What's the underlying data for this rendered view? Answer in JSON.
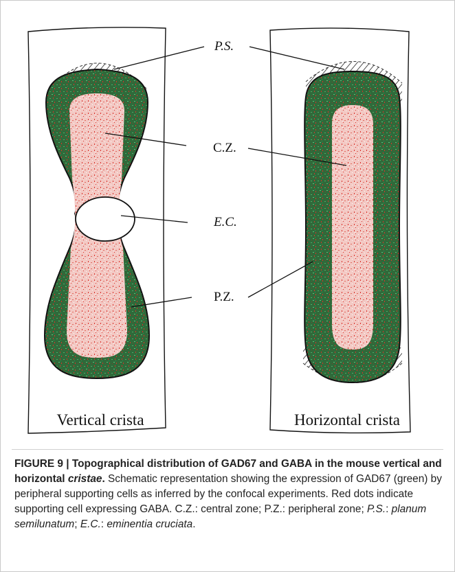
{
  "labels": {
    "ps": "P.S.",
    "cz": "C.Z.",
    "ec": "E.C.",
    "pz": "P.Z."
  },
  "panels": {
    "left_title": "Vertical crista",
    "right_title": "Horizontal crista"
  },
  "colors": {
    "peripheral_green": "#2f6a3a",
    "central_pink": "#f3c9c4",
    "red_dots": "#d9302a"
  },
  "caption": {
    "title_part1": "FIGURE 9 | Topographical distribution of GAD67 and GABA in the mouse vertical and horizontal ",
    "title_italic": "cristae",
    "title_end": ".",
    "body_part1": " Schematic representation showing the expression of GAD67 (green) by peripheral supporting cells as inferred by the confocal experiments. Red dots indicate supporting cell expressing GABA. C.Z.: central zone; P.Z.: peripheral zone; ",
    "ps_abbr": "P.S.",
    "ps_sep": ": ",
    "ps_full": "planum semilunatum",
    "sep2": "; ",
    "ec_abbr": "E.C.",
    "ec_sep": ": ",
    "ec_full": "eminentia cruciata",
    "end": "."
  }
}
